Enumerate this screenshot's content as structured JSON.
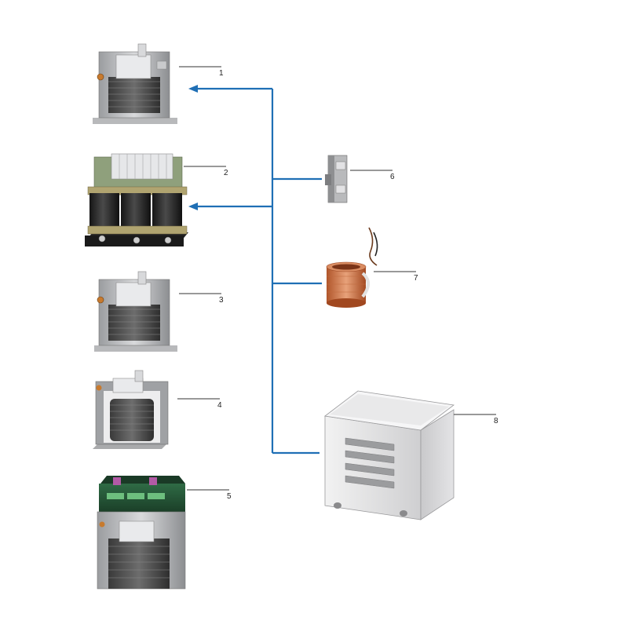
{
  "diagram": {
    "colors": {
      "connector": "#1f6fb5",
      "leader": "#333333"
    },
    "callouts": [
      {
        "id": "1",
        "label": "1",
        "icon": "single-phase-transformer-icon"
      },
      {
        "id": "2",
        "label": "2",
        "icon": "three-phase-transformer-icon"
      },
      {
        "id": "3",
        "label": "3",
        "icon": "single-phase-transformer-icon"
      },
      {
        "id": "4",
        "label": "4",
        "icon": "open-transformer-icon"
      },
      {
        "id": "5",
        "label": "5",
        "icon": "transformer-with-terminal-board-icon"
      },
      {
        "id": "6",
        "label": "6",
        "icon": "din-rail-terminal-icon"
      },
      {
        "id": "7",
        "label": "7",
        "icon": "copper-coil-icon"
      },
      {
        "id": "8",
        "label": "8",
        "icon": "protective-enclosure-icon"
      }
    ]
  }
}
